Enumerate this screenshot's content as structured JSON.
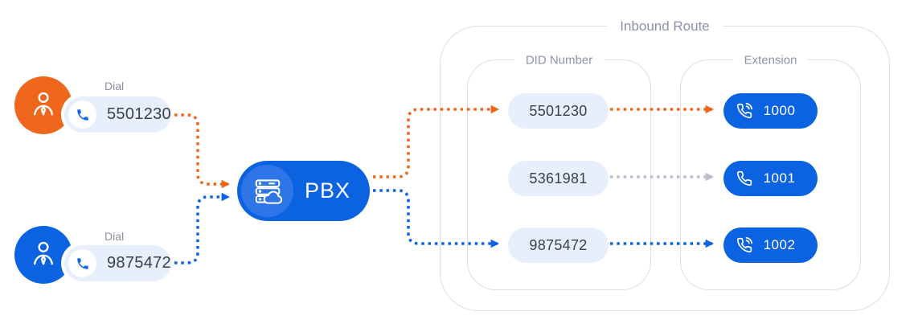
{
  "callers": [
    {
      "dial_label": "Dial",
      "number": "5501230",
      "avatar_color": "#EE671C"
    },
    {
      "dial_label": "Dial",
      "number": "9875472",
      "avatar_color": "#0B63E1"
    }
  ],
  "pbx": {
    "label": "PBX"
  },
  "inbound_route": {
    "title": "Inbound Route",
    "did": {
      "title": "DID Number",
      "numbers": [
        "5501230",
        "5361981",
        "9875472"
      ]
    },
    "extension": {
      "title": "Extension",
      "numbers": [
        "1000",
        "1001",
        "1002"
      ]
    }
  },
  "routes": [
    {
      "caller": "5501230",
      "did": "5501230",
      "extension": "1000",
      "color": "#EE671C"
    },
    {
      "did": "5361981",
      "extension": "1001",
      "color": "#B9BFCB"
    },
    {
      "caller": "9875472",
      "did": "9875472",
      "extension": "1002",
      "color": "#0B63E1"
    }
  ],
  "colors": {
    "orange": "#EE671C",
    "blue": "#0B63E1",
    "pbx_icon_circle_blue": "#2E76E8",
    "pill_light_blue": "#E7EFFC",
    "arrow_gray": "#B9BFCB",
    "border_gray": "#DBDEE6",
    "label_gray": "#8C93A8",
    "dark_text": "#39404F"
  }
}
